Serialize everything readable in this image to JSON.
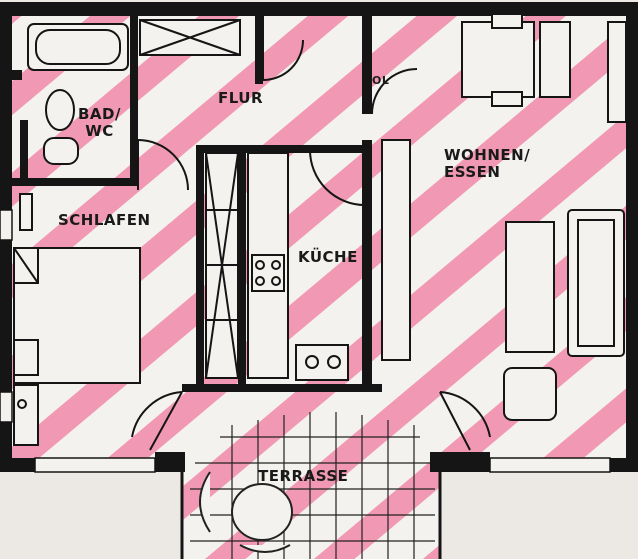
{
  "rooms": {
    "bad_line1": "BAD/",
    "bad_line2": "WC",
    "flur": "FLUR",
    "ol": "OL",
    "wohnen_line1": "WOHNEN/",
    "wohnen_line2": "ESSEN",
    "schlafen": "SCHLAFEN",
    "kueche": "KÜCHE",
    "terrasse": "TERRASSE"
  },
  "colors": {
    "wall": "#151515",
    "highlight_stripes": "#f07aa0",
    "paper": "#ece9e4"
  }
}
